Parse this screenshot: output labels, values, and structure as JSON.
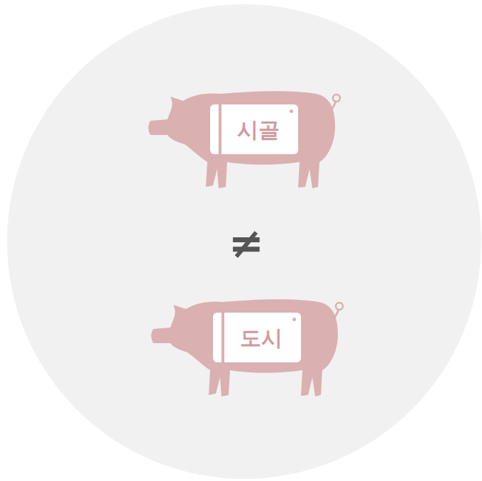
{
  "diagram": {
    "nodes": [
      {
        "text": [
          "시골"
        ]
      },
      {
        "text": [
          "도시"
        ]
      }
    ],
    "labels": [
      "≠"
    ]
  }
}
